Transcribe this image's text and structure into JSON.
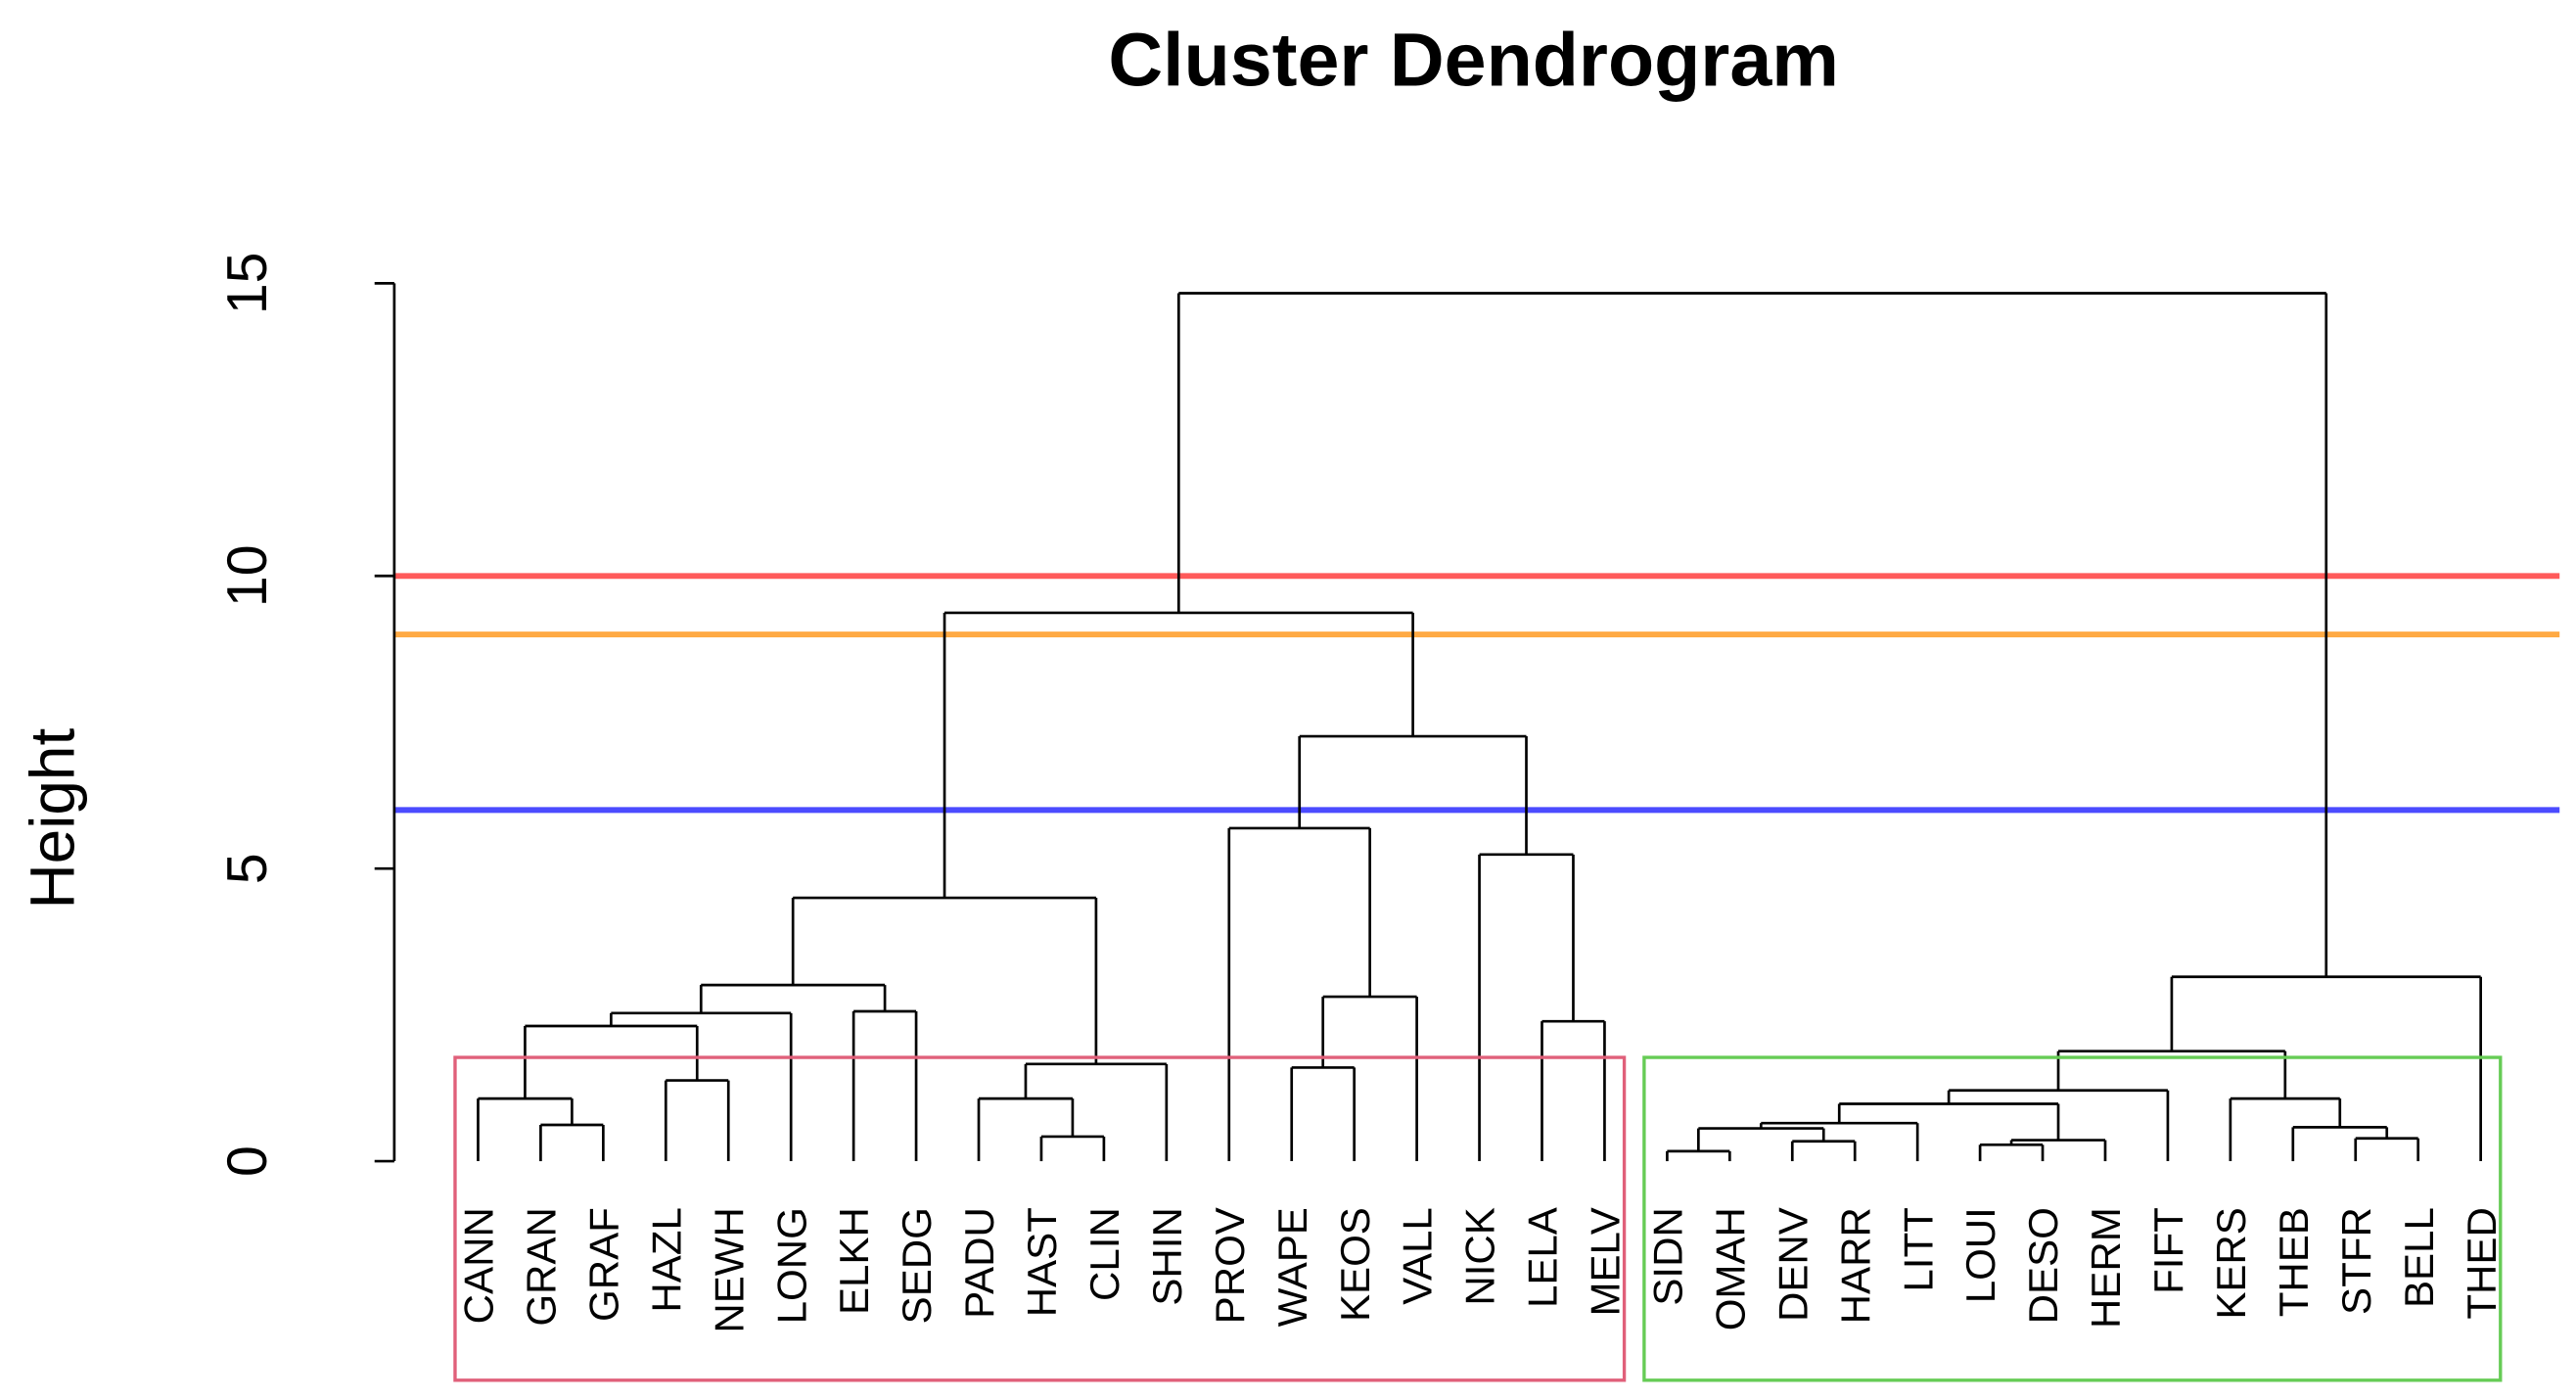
{
  "chart_data": {
    "type": "dendrogram",
    "title": "Cluster Dendrogram",
    "xlabel": "",
    "ylabel": "Height",
    "ylim": [
      0,
      15
    ],
    "yticks": [
      "0",
      "5",
      "10",
      "15"
    ],
    "grid": false,
    "leaves": [
      "CANN",
      "GRAN",
      "GRAF",
      "HAZL",
      "NEWH",
      "LONG",
      "ELKH",
      "SEDG",
      "PADU",
      "HAST",
      "CLIN",
      "SHIN",
      "PROV",
      "WAPE",
      "KEOS",
      "VALL",
      "NICK",
      "LELA",
      "MELV",
      "SIDN",
      "OMAH",
      "DENV",
      "HARR",
      "LITT",
      "LOUI",
      "DESO",
      "HERM",
      "FIFT",
      "KERS",
      "THEB",
      "STFR",
      "BELL",
      "THED"
    ],
    "tree": {
      "h": 14.83,
      "c": [
        {
          "h": 9.37,
          "c": [
            {
              "h": 4.5,
              "c": [
                {
                  "h": 3.01,
                  "c": [
                    {
                      "h": 2.53,
                      "c": [
                        {
                          "h": 2.31,
                          "c": [
                            {
                              "h": 1.07,
                              "c": [
                                "CANN",
                                {
                                  "h": 0.62,
                                  "c": [
                                    "GRAN",
                                    "GRAF"
                                  ]
                                }
                              ]
                            },
                            {
                              "h": 1.38,
                              "c": [
                                "HAZL",
                                "NEWH"
                              ]
                            }
                          ]
                        },
                        "LONG"
                      ]
                    },
                    {
                      "h": 2.56,
                      "c": [
                        "ELKH",
                        "SEDG"
                      ]
                    }
                  ]
                },
                {
                  "h": 1.66,
                  "c": [
                    {
                      "h": 1.07,
                      "c": [
                        "PADU",
                        {
                          "h": 0.42,
                          "c": [
                            "HAST",
                            "CLIN"
                          ]
                        }
                      ]
                    },
                    "SHIN"
                  ]
                }
              ]
            },
            {
              "h": 7.26,
              "c": [
                {
                  "h": 5.69,
                  "c": [
                    "PROV",
                    {
                      "h": 2.81,
                      "c": [
                        {
                          "h": 1.6,
                          "c": [
                            "WAPE",
                            "KEOS"
                          ]
                        },
                        "VALL"
                      ]
                    }
                  ]
                },
                {
                  "h": 5.24,
                  "c": [
                    "NICK",
                    {
                      "h": 2.39,
                      "c": [
                        "LELA",
                        "MELV"
                      ]
                    }
                  ]
                }
              ]
            }
          ]
        },
        {
          "h": 3.15,
          "c": [
            {
              "h": 1.88,
              "c": [
                {
                  "h": 1.21,
                  "c": [
                    {
                      "h": 0.98,
                      "c": [
                        {
                          "h": 0.65,
                          "c": [
                            {
                              "h": 0.56,
                              "c": [
                                {
                                  "h": 0.17,
                                  "c": [
                                    "SIDN",
                                    "OMAH"
                                  ]
                                },
                                {
                                  "h": 0.34,
                                  "c": [
                                    "DENV",
                                    "HARR"
                                  ]
                                }
                              ]
                            },
                            "LITT"
                          ]
                        },
                        {
                          "h": 0.36,
                          "c": [
                            {
                              "h": 0.28,
                              "c": [
                                "LOUI",
                                "DESO"
                              ]
                            },
                            "HERM"
                          ]
                        }
                      ]
                    },
                    "FIFT"
                  ]
                },
                {
                  "h": 1.07,
                  "c": [
                    "KERS",
                    {
                      "h": 0.58,
                      "c": [
                        "THEB",
                        {
                          "h": 0.39,
                          "c": [
                            "STFR",
                            "BELL"
                          ]
                        }
                      ]
                    }
                  ]
                }
              ]
            },
            "THED"
          ]
        }
      ]
    },
    "cut_lines": [
      {
        "height": 10,
        "color": "#ff5a5a"
      },
      {
        "height": 9,
        "color": "#ffaa44"
      },
      {
        "height": 6,
        "color": "#4b4bff"
      }
    ],
    "cluster_boxes": [
      {
        "first": "CANN",
        "last": "MELV",
        "color": "#e0607a"
      },
      {
        "first": "SIDN",
        "last": "THED",
        "color": "#66cc55"
      }
    ]
  }
}
